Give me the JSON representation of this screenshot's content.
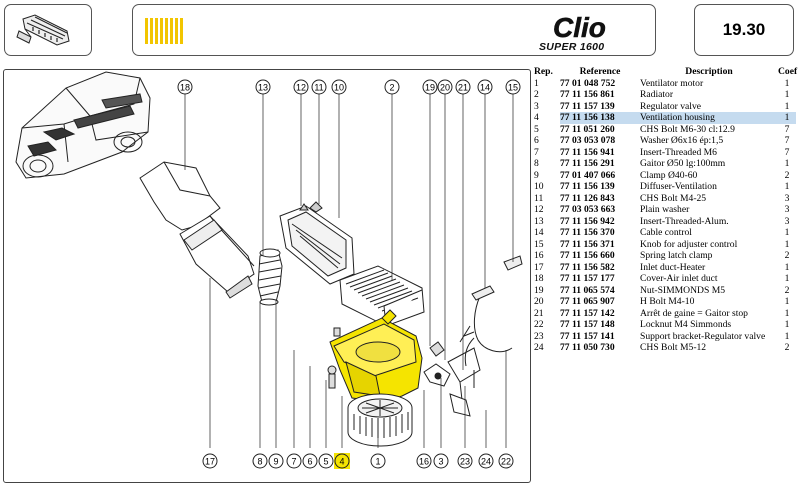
{
  "header": {
    "page_number": "19.30",
    "logo_text": "Clio",
    "logo_subtext": "SUPER 1600"
  },
  "colors": {
    "highlight_part": "#f5e400",
    "table_highlight": "#c5dbef",
    "stripe_yellow": "#f2c500"
  },
  "table": {
    "headers": {
      "rep": "Rep.",
      "reference": "Reference",
      "description": "Description",
      "coef": "Coef"
    },
    "selected_rep": "4",
    "rows": [
      {
        "rep": "1",
        "reference": "77 01 048 752",
        "description": "Ventilator motor",
        "coef": "1"
      },
      {
        "rep": "2",
        "reference": "77 11 156 861",
        "description": "Radiator",
        "coef": "1"
      },
      {
        "rep": "3",
        "reference": "77 11 157 139",
        "description": "Regulator valve",
        "coef": "1"
      },
      {
        "rep": "4",
        "reference": "77 11 156 138",
        "description": "Ventilation housing",
        "coef": "1"
      },
      {
        "rep": "5",
        "reference": "77 11 051 260",
        "description": "CHS Bolt M6-30 cl:12.9",
        "coef": "7"
      },
      {
        "rep": "6",
        "reference": "77 03 053 078",
        "description": "Washer Ø6x16 ép:1,5",
        "coef": "7"
      },
      {
        "rep": "7",
        "reference": "77 11 156 941",
        "description": "Insert-Threaded M6",
        "coef": "7"
      },
      {
        "rep": "8",
        "reference": "77 11 156 291",
        "description": "Gaitor Ø50 lg:100mm",
        "coef": "1"
      },
      {
        "rep": "9",
        "reference": "77 01 407 066",
        "description": "Clamp Ø40-60",
        "coef": "2"
      },
      {
        "rep": "10",
        "reference": "77 11 156 139",
        "description": "Diffuser-Ventilation",
        "coef": "1"
      },
      {
        "rep": "11",
        "reference": "77 11 126 843",
        "description": "CHS Bolt M4-25",
        "coef": "3"
      },
      {
        "rep": "12",
        "reference": "77 03 053 663",
        "description": "Plain washer",
        "coef": "3"
      },
      {
        "rep": "13",
        "reference": "77 11 156 942",
        "description": "Insert-Threaded-Alum.",
        "coef": "3"
      },
      {
        "rep": "14",
        "reference": "77 11 156 370",
        "description": "Cable control",
        "coef": "1"
      },
      {
        "rep": "15",
        "reference": "77 11 156 371",
        "description": "Knob for adjuster control",
        "coef": "1"
      },
      {
        "rep": "16",
        "reference": "77 11 156 660",
        "description": "Spring latch clamp",
        "coef": "2"
      },
      {
        "rep": "17",
        "reference": "77 11 156 582",
        "description": "Inlet duct-Heater",
        "coef": "1"
      },
      {
        "rep": "18",
        "reference": "77 11 157 177",
        "description": "Cover-Air inlet duct",
        "coef": "1"
      },
      {
        "rep": "19",
        "reference": "77 11 065 574",
        "description": "Nut-SIMMONDS M5",
        "coef": "2"
      },
      {
        "rep": "20",
        "reference": "77 11 065 907",
        "description": "H Bolt M4-10",
        "coef": "1"
      },
      {
        "rep": "21",
        "reference": "77 11 157 142",
        "description": "Arrêt de gaine = Gaitor stop",
        "coef": "1"
      },
      {
        "rep": "22",
        "reference": "77 11 157 148",
        "description": "Locknut M4 Simmonds",
        "coef": "1"
      },
      {
        "rep": "23",
        "reference": "77 11 157 141",
        "description": "Support bracket-Regulator valve",
        "coef": "1"
      },
      {
        "rep": "24",
        "reference": "77 11 050 730",
        "description": "CHS Bolt M5-12",
        "coef": "2"
      }
    ]
  },
  "diagram": {
    "callouts_top": [
      "18",
      "13",
      "12",
      "11",
      "10",
      "2",
      "19",
      "20",
      "21",
      "14",
      "15"
    ],
    "callouts_bottom": [
      "17",
      "8",
      "9",
      "7",
      "6",
      "5",
      "4",
      "1",
      "16",
      "3",
      "23",
      "24",
      "22"
    ],
    "highlighted_callout": "4"
  }
}
